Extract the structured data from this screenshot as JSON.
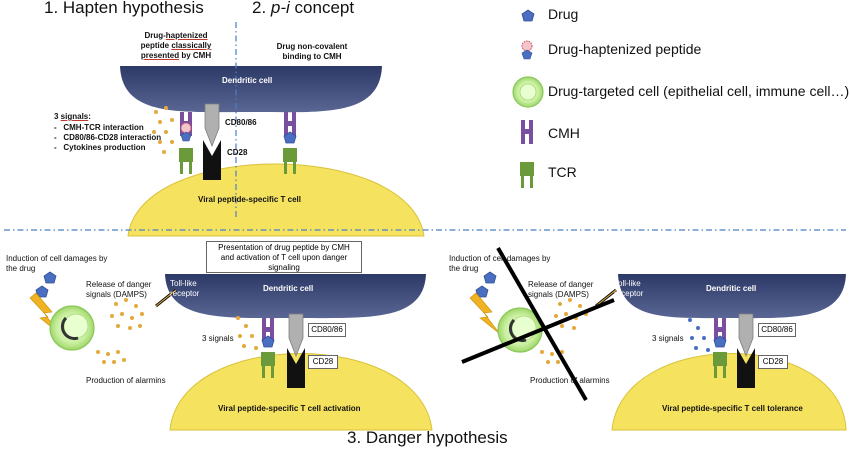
{
  "titles": {
    "hapten": "1. Hapten hypothesis",
    "pi_prefix": "2. ",
    "pi_italic": "p-i",
    "pi_suffix": " concept",
    "danger": "3. Danger hypothesis"
  },
  "legend": {
    "drug": "Drug",
    "drug_haptenized_peptide": "Drug-haptenized peptide",
    "drug_targeted_cell": "Drug-targeted cell (epithelial cell, immune cell…)",
    "cmh": "CMH",
    "tcr": "TCR"
  },
  "top_panel": {
    "dendritic_cell": "Dendritic cell",
    "t_cell": "Viral peptide-specific T cell",
    "hapten_caption_w1": "Drug-",
    "hapten_caption_w2": "haptenized",
    "hapten_caption_w3": "peptide",
    "hapten_caption_w4": "classically",
    "hapten_caption_w5": "presented",
    "hapten_caption_w6": "by CMH",
    "pi_caption_line1": "Drug non-covalent",
    "pi_caption_line2": "binding to CMH",
    "cd80": "CD80/86",
    "cd28": "CD28",
    "signals_count": "3 ",
    "signals_word": "signals",
    "signals_colon": ":",
    "signals": [
      "CMH-TCR interaction",
      "CD80/86-CD28 interaction",
      "Cytokines production"
    ],
    "bullet": "-"
  },
  "bottom_left": {
    "induction_line1": "Induction of cell damages by",
    "induction_line2": "the drug",
    "release_line1": "Release of danger",
    "release_line2": "signals (DAMPS)",
    "production": "Production of alarmins",
    "tlr_line1": "Toll-like",
    "tlr_line2": "receptor",
    "presentation_line1": "Presentation of drug peptide by CMH",
    "presentation_line2": "and activation of T cell upon danger",
    "presentation_line3": "signaling",
    "dendritic_cell": "Dendritic cell",
    "three_signals": "3 signals",
    "cd80": "CD80/86",
    "cd28": "CD28",
    "t_cell": "Viral peptide-specific T cell activation"
  },
  "bottom_right": {
    "induction_line1": "Induction of cell damages by",
    "induction_line2": "the drug",
    "release_line1": "Release of danger",
    "release_line2": "signals (DAMPS)",
    "production": "Production of alarmins",
    "tlr_line1": "Toll-like",
    "tlr_line2": "receptor",
    "dendritic_cell": "Dendritic cell",
    "three_signals": "3 signals",
    "cd80": "CD80/86",
    "cd28": "CD28",
    "t_cell": "Viral peptide-specific T cell tolerance"
  },
  "colors": {
    "dendritic_top": "#2c3866",
    "dendritic_bottom": "#56628f",
    "t_cell": "#f5e35f",
    "t_cell_stroke": "#d9c23a",
    "drug": "#4a6fc1",
    "cmh": "#7b4fa0",
    "tcr": "#6a9a3a",
    "dots_orange": "#e3a83b",
    "dots_blue": "#4a6fc1",
    "divider": "#4a7fc8",
    "cell_green": "#c8ef9f",
    "cell_green_stroke": "#8cc85a",
    "lightning": "#f0b323",
    "hapten_red": "#d44b5a"
  }
}
